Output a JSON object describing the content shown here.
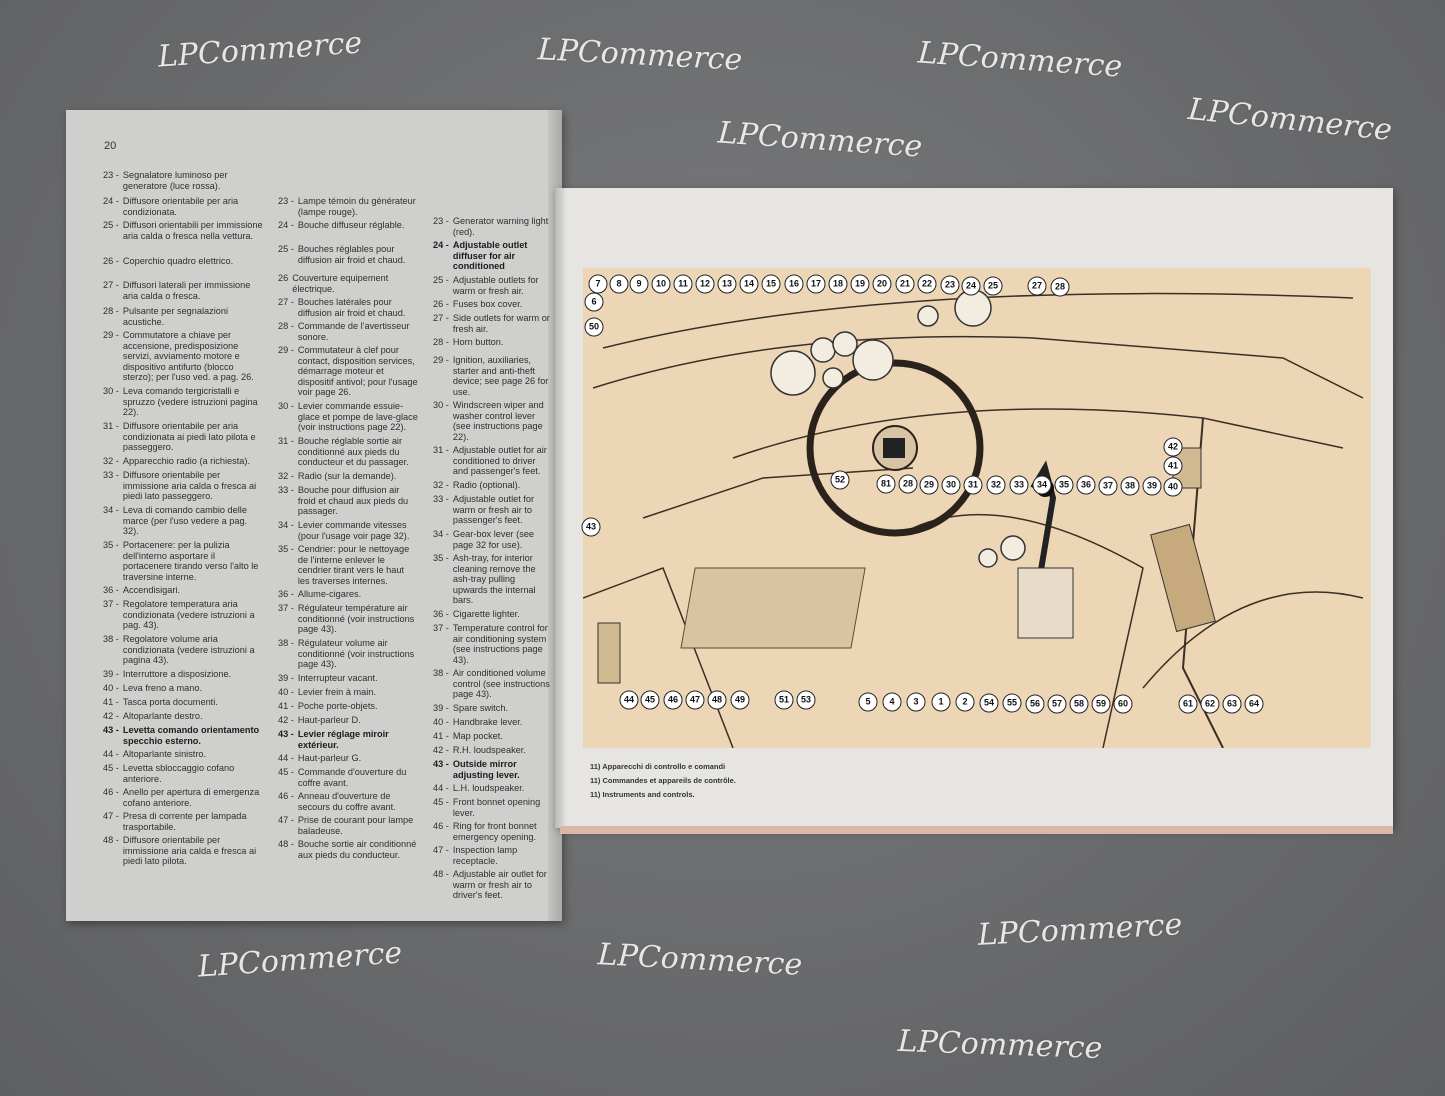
{
  "left_page": {
    "page_number": "20",
    "italian": [
      {
        "n": "23 -",
        "t": "Segnalatore luminoso per generatore (luce rossa)."
      },
      {
        "n": "24 -",
        "t": "Diffusore orientabile per aria condizionata."
      },
      {
        "n": "25 -",
        "t": "Diffusori orientabili per immissione aria calda o fresca nella vettura."
      },
      {
        "n": "26 -",
        "t": "Coperchio quadro elettrico."
      },
      {
        "n": "27 -",
        "t": "Diffusori laterali per immissione aria calda o fresca."
      },
      {
        "n": "28 -",
        "t": "Pulsante per segnalazioni acustiche."
      },
      {
        "n": "29 -",
        "t": "Commutatore a chiave per accensione, predisposizione servizi, avviamento motore e dispositivo antifurto (blocco sterzo); per l'uso ved. a pag. 26."
      },
      {
        "n": "30 -",
        "t": "Leva comando tergicristalli e spruzzo (vedere istruzioni pagina 22)."
      },
      {
        "n": "31 -",
        "t": "Diffusore orientabile per aria condizionata ai piedi lato pilota e passeggero."
      },
      {
        "n": "32 -",
        "t": "Apparecchio radio (a richiesta)."
      },
      {
        "n": "33 -",
        "t": "Diffusore orientabile per immissione aria calda o fresca ai piedi lato passeggero."
      },
      {
        "n": "34 -",
        "t": "Leva di comando cambio delle marce (per l'uso vedere a pag. 32)."
      },
      {
        "n": "35 -",
        "t": "Portacenere: per la pulizia dell'interno asportare il portacenere tirando verso l'alto le traversine interne."
      },
      {
        "n": "36 -",
        "t": "Accendisigari."
      },
      {
        "n": "37 -",
        "t": "Regolatore temperatura aria condizionata (vedere istruzioni a pag. 43)."
      },
      {
        "n": "38 -",
        "t": "Regolatore volume aria condizionata (vedere istruzioni a pagina 43)."
      },
      {
        "n": "39 -",
        "t": "Interruttore a disposizione."
      },
      {
        "n": "40 -",
        "t": "Leva freno a mano."
      },
      {
        "n": "41 -",
        "t": "Tasca porta documenti."
      },
      {
        "n": "42 -",
        "t": "Altoparlante destro."
      },
      {
        "n": "43 -",
        "t": "Levetta comando orientamento specchio esterno.",
        "bold": true
      },
      {
        "n": "44 -",
        "t": "Altoparlante sinistro."
      },
      {
        "n": "45 -",
        "t": "Levetta sbloccaggio cofano anteriore."
      },
      {
        "n": "46 -",
        "t": "Anello per apertura di emergenza cofano anteriore."
      },
      {
        "n": "47 -",
        "t": "Presa di corrente per lampada trasportabile."
      },
      {
        "n": "48 -",
        "t": "Diffusore orientabile per immissione aria calda e fresca ai piedi lato pilota."
      }
    ],
    "french": [
      {
        "n": "23 -",
        "t": "Lampe témoin du générateur (lampe rouge)."
      },
      {
        "n": "24 -",
        "t": "Bouche diffuseur réglable."
      },
      {
        "n": "25 -",
        "t": "Bouches réglables pour diffusion air froid et chaud."
      },
      {
        "n": "26",
        "t": "Couverture equipement électrique."
      },
      {
        "n": "27 -",
        "t": "Bouches latérales pour diffusion air froid et chaud."
      },
      {
        "n": "28 -",
        "t": "Commande de l'avertisseur sonore."
      },
      {
        "n": "29 -",
        "t": "Commutateur à clef pour contact, disposition services, démarrage moteur et dispositif antivol; pour l'usage voir page 26."
      },
      {
        "n": "30 -",
        "t": "Levier commande essuie-glace et pompe de lave-glace (voir instructions page 22)."
      },
      {
        "n": "31 -",
        "t": "Bouche réglable sortie air conditionné aux pieds du conducteur et du passager."
      },
      {
        "n": "32 -",
        "t": "Radio (sur la demande)."
      },
      {
        "n": "33 -",
        "t": "Bouche pour diffusion air froid et chaud aux pieds du passager."
      },
      {
        "n": "34 -",
        "t": "Levier commande vitesses (pour l'usage voir page 32)."
      },
      {
        "n": "35 -",
        "t": "Cendrier: pour le nettoyage de l'interne enlever le cendrier tirant vers le haut les traverses internes."
      },
      {
        "n": "36 -",
        "t": "Allume-cigares."
      },
      {
        "n": "37 -",
        "t": "Régulateur température air conditionné (voir instructions page 43)."
      },
      {
        "n": "38 -",
        "t": "Régulateur volume air conditionné (voir instructions page 43)."
      },
      {
        "n": "39 -",
        "t": "Interrupteur vacant."
      },
      {
        "n": "40 -",
        "t": "Levier frein à main."
      },
      {
        "n": "41 -",
        "t": "Poche porte-objets."
      },
      {
        "n": "42 -",
        "t": "Haut-parleur D."
      },
      {
        "n": "43 -",
        "t": "Levier réglage miroir extérieur.",
        "bold": true
      },
      {
        "n": "44 -",
        "t": "Haut-parleur G."
      },
      {
        "n": "45 -",
        "t": "Commande d'ouverture du coffre avant."
      },
      {
        "n": "46 -",
        "t": "Anneau d'ouverture de secours du coffre avant."
      },
      {
        "n": "47 -",
        "t": "Prise de courant pour lampe baladeuse."
      },
      {
        "n": "48 -",
        "t": "Bouche sortie air conditionné aux pieds du conducteur."
      }
    ],
    "english": [
      {
        "n": "23 -",
        "t": "Generator warning light (red)."
      },
      {
        "n": "24 -",
        "t": "Adjustable outlet diffuser for air conditioned",
        "bold": true
      },
      {
        "n": "25 -",
        "t": "Adjustable outlets for warm or fresh air."
      },
      {
        "n": "26 -",
        "t": "Fuses box cover."
      },
      {
        "n": "27 -",
        "t": "Side outlets for warm or fresh air."
      },
      {
        "n": "28 -",
        "t": "Horn button."
      },
      {
        "n": "29 -",
        "t": "Ignition, auxiliaries, starter and anti-theft device; see page 26 for use."
      },
      {
        "n": "30 -",
        "t": "Windscreen wiper and washer control lever (see instructions page 22)."
      },
      {
        "n": "31 -",
        "t": "Adjustable outlet for air conditioned to driver and passenger's feet."
      },
      {
        "n": "32 -",
        "t": "Radio (optional)."
      },
      {
        "n": "33 -",
        "t": "Adjustable outlet for warm or fresh air to passenger's feet."
      },
      {
        "n": "34 -",
        "t": "Gear-box lever (see page 32 for use)."
      },
      {
        "n": "35 -",
        "t": "Ash-tray, for interior cleaning remove the ash-tray pulling upwards the internal bars."
      },
      {
        "n": "36 -",
        "t": "Cigarette lighter."
      },
      {
        "n": "37 -",
        "t": "Temperature control for air conditioning system (see instructions page 43)."
      },
      {
        "n": "38 -",
        "t": "Air conditioned volume control (see instructions page 43)."
      },
      {
        "n": "39 -",
        "t": "Spare switch."
      },
      {
        "n": "40 -",
        "t": "Handbrake lever."
      },
      {
        "n": "41 -",
        "t": "Map pocket."
      },
      {
        "n": "42 -",
        "t": "R.H. loudspeaker."
      },
      {
        "n": "43 -",
        "t": "Outside mirror adjusting lever.",
        "bold": true
      },
      {
        "n": "44 -",
        "t": "L.H. loudspeaker."
      },
      {
        "n": "45 -",
        "t": "Front bonnet opening lever."
      },
      {
        "n": "46 -",
        "t": "Ring for front bonnet emergency opening."
      },
      {
        "n": "47 -",
        "t": "Inspection lamp receptacle."
      },
      {
        "n": "48 -",
        "t": "Adjustable air outlet for warm or fresh air to driver's feet."
      }
    ]
  },
  "right_page": {
    "callouts": [
      "7",
      "8",
      "9",
      "10",
      "11",
      "12",
      "13",
      "14",
      "15",
      "16",
      "17",
      "18",
      "19",
      "20",
      "21",
      "22",
      "23",
      "24",
      "25",
      "27",
      "28",
      "6",
      "50",
      "52",
      "81",
      "28",
      "29",
      "30",
      "31",
      "32",
      "33",
      "34",
      "35",
      "36",
      "37",
      "38",
      "39",
      "40",
      "42",
      "41",
      "43",
      "44",
      "45",
      "46",
      "47",
      "48",
      "49",
      "51",
      "53",
      "5",
      "4",
      "3",
      "1",
      "2",
      "54",
      "55",
      "56",
      "57",
      "58",
      "59",
      "60",
      "61",
      "62",
      "63",
      "64"
    ],
    "captions": [
      "11) Apparecchi di controllo e comandi",
      "11) Commandes et appareils de contrôle.",
      "11) Instruments and controls."
    ],
    "illustration_color": "#ecd6b5"
  },
  "watermark": "LPCommerce"
}
